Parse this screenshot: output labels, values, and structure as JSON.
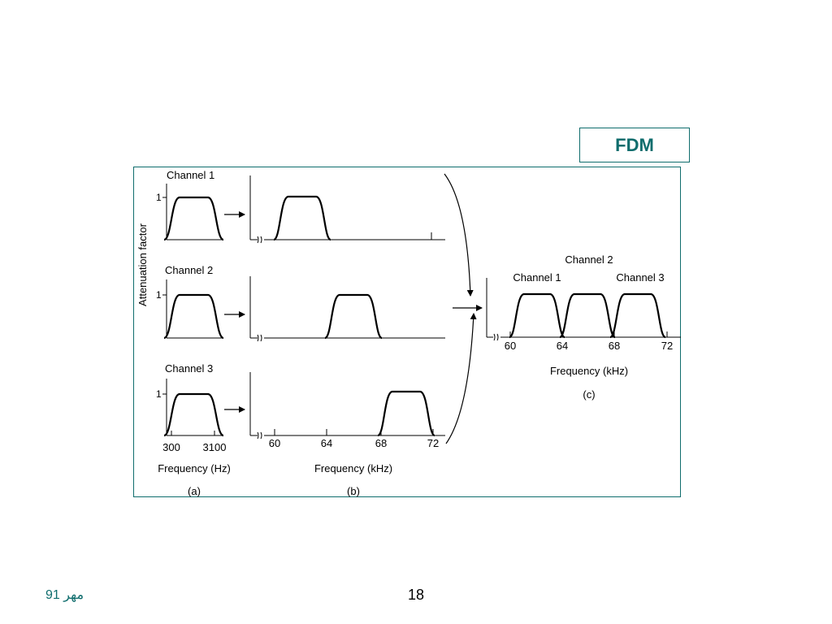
{
  "slide": {
    "title": "FDM",
    "page_number": "18",
    "footer_date": "مهر 91"
  },
  "figure": {
    "y_axis_label": "Attenuation factor",
    "unit_level": "1",
    "channels": [
      {
        "label": "Channel 1"
      },
      {
        "label": "Channel 2"
      },
      {
        "label": "Channel 3"
      }
    ],
    "panel_a": {
      "tick_labels": [
        "300",
        "3100"
      ],
      "x_label": "Frequency (Hz)",
      "caption": "(a)"
    },
    "panel_b": {
      "tick_labels": [
        "60",
        "64",
        "68",
        "72"
      ],
      "x_label": "Frequency (kHz)",
      "caption": "(b)"
    },
    "panel_c": {
      "channel_labels": [
        "Channel 1",
        "Channel 2",
        "Channel 3"
      ],
      "tick_labels": [
        "60",
        "64",
        "68",
        "72"
      ],
      "x_label": "Frequency (kHz)",
      "caption": "(c)"
    }
  },
  "colors": {
    "accent": "#0f6d6d",
    "ink": "#000000"
  }
}
